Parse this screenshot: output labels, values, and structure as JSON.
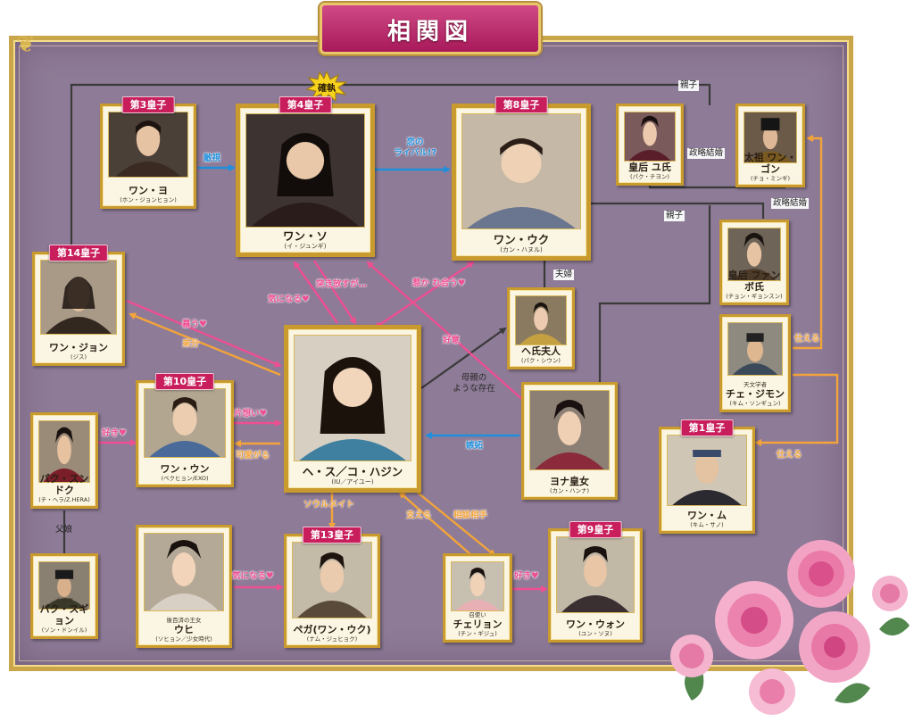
{
  "title": "相関図",
  "confirmed_badge": "確執",
  "colors": {
    "pink": "#ee4f93",
    "orange": "#f3a43a",
    "blue": "#1f8fdc",
    "dark": "#3a3a3a",
    "frame": "#c99b2e",
    "board": "#8e7b97",
    "rank": "#c81e5c"
  },
  "characters": {
    "wang_yo": {
      "rank": "第3皇子",
      "name": "ワン・ヨ",
      "actor": "(ホン・ジョンヒョン)"
    },
    "wang_so": {
      "rank": "第4皇子",
      "name": "ワン・ソ",
      "actor": "(イ・ジュンギ)"
    },
    "wang_wook": {
      "rank": "第8皇子",
      "name": "ワン・ウク",
      "actor": "(カン・ハヌル)"
    },
    "queen_yu": {
      "name": "皇后 ユ氏",
      "actor": "(パク・チヨン)"
    },
    "taejo": {
      "name": "太祖 ワン・ゴン",
      "actor": "(チョ・ミンギ)"
    },
    "queen_hwangbo": {
      "name": "皇后 ファンボ氏",
      "actor": "(チョン・ギョンスン)"
    },
    "wang_jung": {
      "rank": "第14皇子",
      "name": "ワン・ジョン",
      "actor": "(ジス)"
    },
    "lady_hae": {
      "name": "ヘ氏夫人",
      "actor": "(パク・シウン)"
    },
    "hae_soo": {
      "name": "ヘ・ス／コ・ハジン",
      "actor": "(IU／アイユー)"
    },
    "choi_jimong": {
      "title": "天文学者",
      "name": "チェ・ジモン",
      "actor": "(キム・ソンギュン)"
    },
    "wang_eun": {
      "rank": "第10皇子",
      "name": "ワン・ウン",
      "actor": "(ベクヒョン/EXO)"
    },
    "park_soondeok": {
      "name": "パク・スンドク",
      "actor": "(チ・ヘラ/Z.HERA)"
    },
    "yeon_hwa": {
      "name": "ヨナ皇女",
      "actor": "(カン・ハンナ)"
    },
    "wang_mu": {
      "rank": "第1皇子",
      "name": "ワン・ム",
      "actor": "(キム・サノ)"
    },
    "park_sooggyeom": {
      "title": "大将軍",
      "name": "パク・スギョン",
      "actor": "(ソン・ドンイル)"
    },
    "woo_hee": {
      "title": "後百済の王女",
      "name": "ウヒ",
      "actor": "(ソヒョン／少女時代)"
    },
    "baek_ah": {
      "rank": "第13皇子",
      "name": "ペガ(ワン・ウク)",
      "actor": "(ナム・ジュヒョク)"
    },
    "chae_ryung": {
      "title": "召使い",
      "name": "チェリョン",
      "actor": "(チン・ギジュ)"
    },
    "wang_won": {
      "rank": "第9皇子",
      "name": "ワン・ウォン",
      "actor": "(ユン・ソヌ)"
    }
  },
  "relations": {
    "enmity": "敵視",
    "rival": "恋の\nライバル!?",
    "parent_child_1": "親子",
    "parent_child_2": "親子",
    "political_marriage_1": "政略結婚",
    "political_marriage_2": "政略結婚",
    "spouses": "夫婦",
    "drawn_apart": "惹か れ合う♥",
    "pushes_away": "突き放すが…",
    "curious": "気になる♥",
    "goodwill": "好意",
    "adores": "慕う♥",
    "younger_brother": "弟分",
    "motherly": "母親の\nような存在",
    "serves_1": "仕える",
    "serves_2": "仕える",
    "unrequited": "片想い♥",
    "cute": "可愛がる",
    "likes_1": "好き♥",
    "jealousy": "嫉妬",
    "soulmate": "ソウルメイト",
    "supports": "支える",
    "confidant": "相談相手",
    "father_daughter": "父娘",
    "curious_2": "気になる♥",
    "likes_2": "好き♥"
  }
}
